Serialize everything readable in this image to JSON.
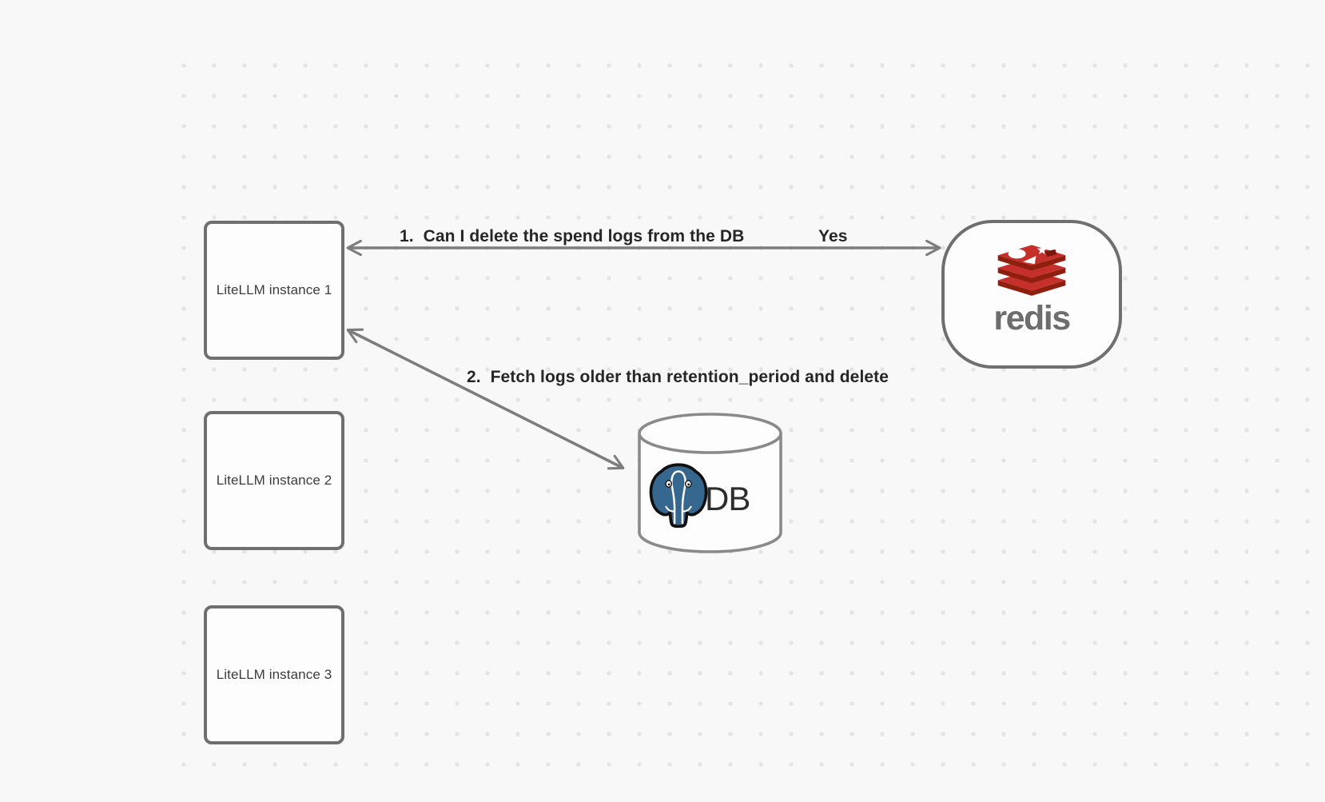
{
  "canvas": {
    "background_color": "#f8f8f8",
    "dot_grid_color": "#e4e4e4",
    "stroke_color": "#6f6f6f",
    "arrow_color": "#7d7d7d",
    "label_text_color": "#262626"
  },
  "nodes": {
    "litellm1": {
      "label": "LiteLLM instance 1"
    },
    "litellm2": {
      "label": "LiteLLM instance 2"
    },
    "litellm3": {
      "label": "LiteLLM instance 3"
    },
    "redis": {
      "label": "redis",
      "logo": "redis-logo",
      "logo_red": "#c6302b",
      "logo_dark_red": "#8e1f0e",
      "wordmark_color": "#6d6d6d"
    },
    "db": {
      "label": "DB",
      "logo": "postgresql-elephant-logo",
      "logo_blue": "#36678f"
    }
  },
  "edges": {
    "edge1": {
      "label": "1.  Can I delete the spend logs from the DB",
      "response": "Yes",
      "from": "redis",
      "to": "litellm1",
      "style": "double-headed-arrow"
    },
    "edge2": {
      "label": "2.  Fetch logs older than retention_period and delete",
      "from": "litellm1",
      "to": "db",
      "style": "double-headed-arrow"
    }
  }
}
